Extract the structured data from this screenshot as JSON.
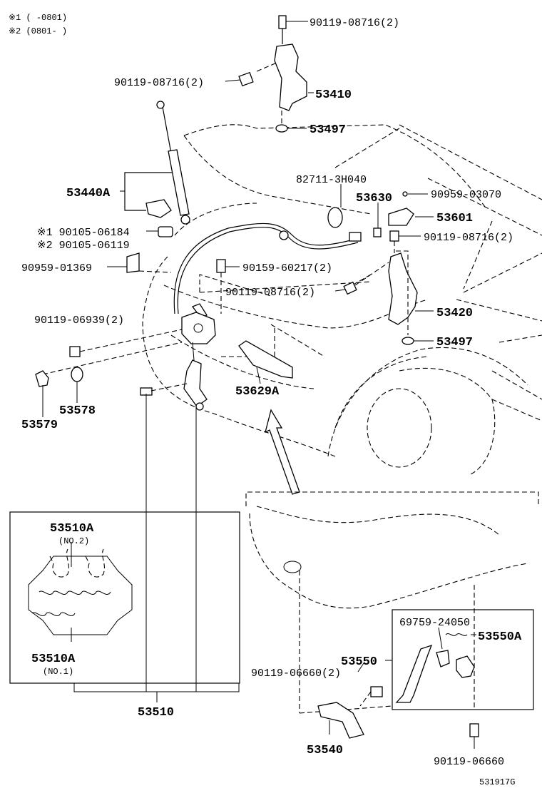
{
  "notes": {
    "note1": "※1 (     -0801)",
    "note2": "※2 (0801-     )"
  },
  "labels": {
    "p1": "90119-08716(2)",
    "p2": "90119-08716(2)",
    "p3": "53410",
    "p4": "53497",
    "p5": "53440A",
    "p6": "82711-3H040",
    "p7": "53630",
    "p8": "90959-03070",
    "p9": "53601",
    "p10": "90119-08716(2)",
    "p11": "※1 90105-06184",
    "p12": "※2 90105-06119",
    "p13": "90959-01369",
    "p14": "90159-60217(2)",
    "p15": "90119-08716(2)",
    "p16": "53420",
    "p17": "90119-06939(2)",
    "p18": "53497",
    "p19": "53578",
    "p20": "53579",
    "p21": "53629A",
    "p22": "53510A",
    "p23": "(NO.2)",
    "p24": "53510A",
    "p25": "(NO.1)",
    "p26": "53510",
    "p27": "69759-24050",
    "p28": "53550A",
    "p29": "53550",
    "p30": "90119-06660(2)",
    "p31": "53540",
    "p32": "90119-06660",
    "p33": "531917G"
  }
}
